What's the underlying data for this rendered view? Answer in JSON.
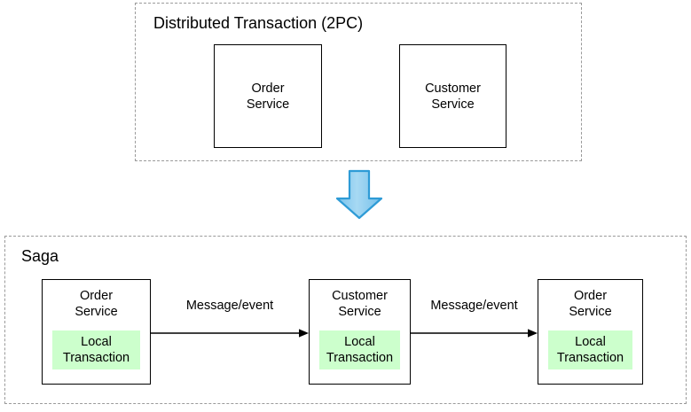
{
  "diagram": {
    "title_top": "Distributed Transaction (2PC)",
    "title_bottom": "Saga",
    "colors": {
      "group_border": "#9a9a9a",
      "box_border": "#000000",
      "local_transaction_fill": "#ccffcc",
      "blue_arrow_fill": "#8ecbee",
      "blue_arrow_stroke": "#2e9bd6",
      "background": "#ffffff"
    }
  },
  "two_pc": {
    "label": "Distributed Transaction (2PC)",
    "services": [
      {
        "name": "Order Service",
        "line1": "Order",
        "line2": "Service"
      },
      {
        "name": "Customer Service",
        "line1": "Customer",
        "line2": "Service"
      }
    ]
  },
  "transition": {
    "icon": "down-arrow-icon"
  },
  "saga": {
    "label": "Saga",
    "steps": [
      {
        "service_name": "Order Service",
        "service_line1": "Order",
        "service_line2": "Service",
        "local_transaction_line1": "Local",
        "local_transaction_line2": "Transaction"
      },
      {
        "service_name": "Customer Service",
        "service_line1": "Customer",
        "service_line2": "Service",
        "local_transaction_line1": "Local",
        "local_transaction_line2": "Transaction"
      },
      {
        "service_name": "Order Service",
        "service_line1": "Order",
        "service_line2": "Service",
        "local_transaction_line1": "Local",
        "local_transaction_line2": "Transaction"
      }
    ],
    "connectors": [
      {
        "label": "Message/event"
      },
      {
        "label": "Message/event"
      }
    ]
  }
}
